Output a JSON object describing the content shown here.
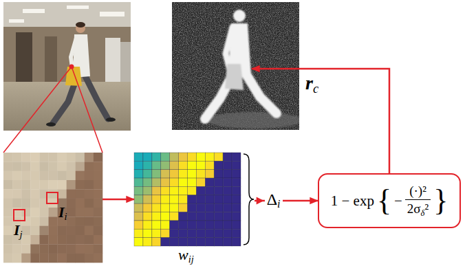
{
  "diagram": {
    "nodes": [
      {
        "text": []
      },
      {
        "text": [
          "Ii",
          "Ij"
        ]
      },
      {
        "text": [
          "wij"
        ]
      },
      {
        "text": [
          "1 − exp",
          "{",
          "−",
          "(·)²",
          "2σδ²",
          "}"
        ]
      }
    ],
    "edges": [
      {
        "from": 1,
        "to": 2,
        "arrow": "to"
      },
      {
        "from": 2,
        "to": 3,
        "label": "Δi",
        "arrow": "to"
      },
      {
        "from": 3,
        "to": 0,
        "label": "rc",
        "arrow": "to"
      }
    ]
  }
}
